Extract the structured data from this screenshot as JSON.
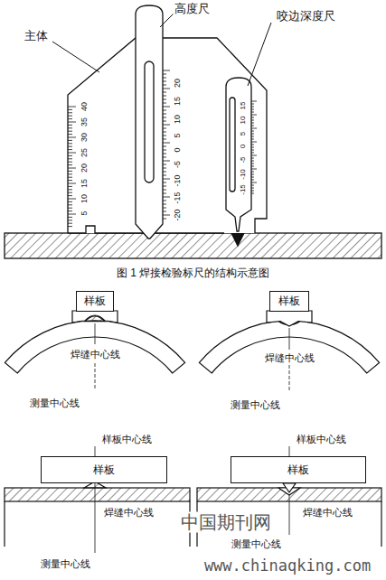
{
  "diagram": {
    "caption": "图 1 焊接检验标尺的结构示意图",
    "nodes": [
      {
        "text": [
          "样板"
        ]
      },
      {
        "text": [
          "样板"
        ]
      },
      {
        "text": [
          "样板"
        ]
      },
      {
        "text": [
          "样板"
        ]
      }
    ],
    "labels": [
      "主体",
      "高度尺",
      "咬边深度尺",
      "5",
      "10",
      "15",
      "20",
      "25",
      "30",
      "35",
      "40",
      "-20",
      "-15",
      "-10",
      "-5",
      "0",
      "5",
      "10",
      "15",
      "20",
      "15",
      "10",
      "5",
      "0",
      "-5",
      "-10",
      "-15",
      "焊缝中心线",
      "测量中心线",
      "焊缝中心线",
      "测量中心线",
      "样板中心线",
      "焊缝中心线",
      "测量中心线",
      "样板中心线",
      "焊缝中心线",
      "测量中心线",
      "中国期刊网",
      "www.chinaqking.com"
    ]
  }
}
